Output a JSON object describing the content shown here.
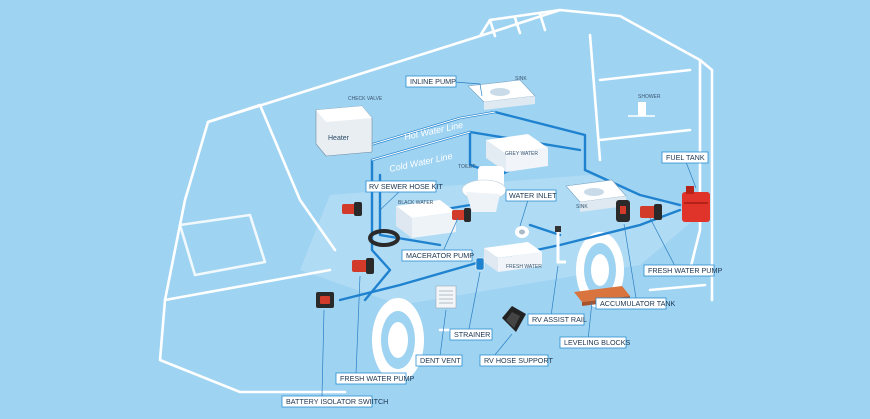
{
  "lines": {
    "hot": "Hot Water Line",
    "cold": "Cold Water Line"
  },
  "components": {
    "heater": "Heater",
    "check_valve": "CHECK VALVE",
    "sink_top": "SINK",
    "sink_lower": "SINK",
    "shower": "SHOWER",
    "toilet": "TOILET",
    "grey_water": "GREY WATER",
    "black_water": "BLACK WATER",
    "fresh_water": "FRESH WATER"
  },
  "labels": {
    "inline_pump": "INLINE PUMP",
    "fuel_tank": "FUEL TANK",
    "rv_sewer_hose_kit": "RV SEWER HOSE KIT",
    "water_inlet": "WATER INLET",
    "macerator_pump": "MACERATOR PUMP",
    "fresh_water_pump_right": "FRESH WATER PUMP",
    "accumulator_tank": "ACCUMULATOR TANK",
    "rv_assist_rail": "RV ASSIST RAIL",
    "leveling_blocks": "LEVELING BLOCKS",
    "strainer": "STRAINER",
    "dent_vent": "DENT VENT",
    "rv_hose_support": "RV HOSE SUPPORT",
    "fresh_water_pump_left": "FRESH WATER PUMP",
    "battery_isolator_switch": "BATTERY ISOLATOR SWIITCH"
  },
  "colors": {
    "background": "#9fd3f2",
    "pipe": "#1f82cf",
    "outline": "#ffffff",
    "pump_red": "#d23a2a",
    "fuel_tank_red": "#e0332a",
    "leveling_orange": "#d9743f"
  }
}
